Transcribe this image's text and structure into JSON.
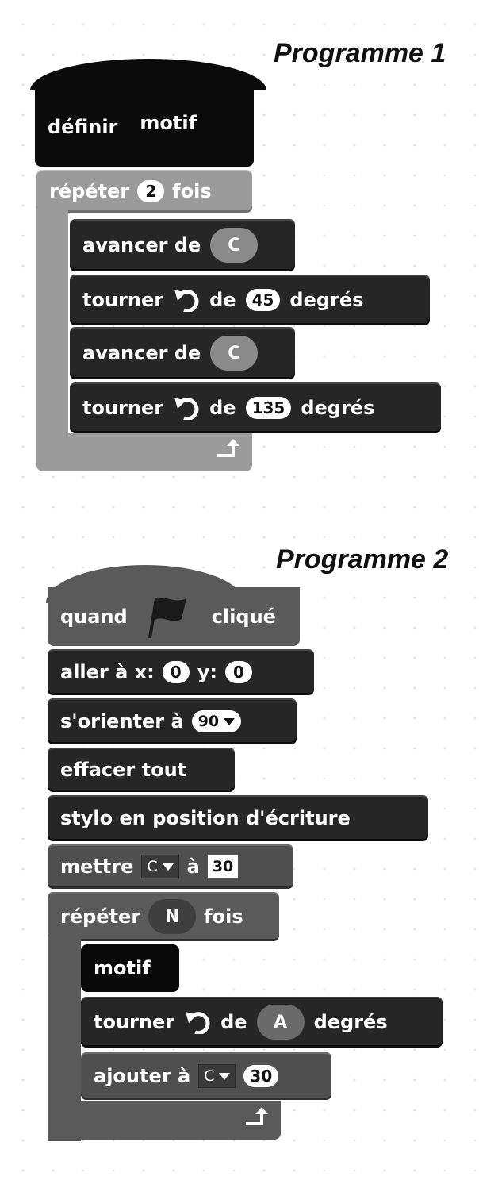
{
  "program1": {
    "title": "Programme 1",
    "define_label": "définir",
    "define_name": "motif",
    "repeat_label": "répéter",
    "repeat_count": "2",
    "repeat_suffix": "fois",
    "blocks": [
      {
        "kind": "move",
        "label": "avancer de",
        "arg": "C"
      },
      {
        "kind": "turn",
        "label": "tourner",
        "mid": "de",
        "arg": "45",
        "suffix": "degrés"
      },
      {
        "kind": "move",
        "label": "avancer de",
        "arg": "C"
      },
      {
        "kind": "turn",
        "label": "tourner",
        "mid": "de",
        "arg": "135",
        "suffix": "degrés"
      }
    ]
  },
  "program2": {
    "title": "Programme 2",
    "hat": {
      "prefix": "quand",
      "icon": "green-flag-icon",
      "suffix": "cliqué"
    },
    "goto": {
      "label": "aller à x:",
      "x": "0",
      "ylabel": "y:",
      "y": "0"
    },
    "orient": {
      "label": "s'orienter à",
      "value": "90"
    },
    "clear": {
      "label": "effacer tout"
    },
    "pen": {
      "label": "stylo en position d'écriture"
    },
    "set": {
      "label": "mettre",
      "var": "C",
      "mid": "à",
      "value": "30"
    },
    "repeat": {
      "label": "répéter",
      "arg": "N",
      "suffix": "fois"
    },
    "inner": {
      "call": "motif",
      "turn": {
        "label": "tourner",
        "mid": "de",
        "arg": "A",
        "suffix": "degrés"
      },
      "change": {
        "label": "ajouter à",
        "var": "C",
        "value": "30"
      }
    }
  }
}
